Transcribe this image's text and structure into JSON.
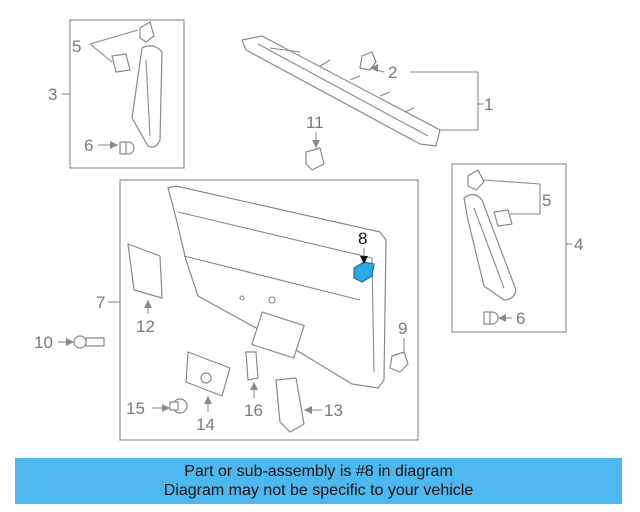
{
  "diagram": {
    "callouts": [
      {
        "id": "1",
        "label": "1"
      },
      {
        "id": "2",
        "label": "2"
      },
      {
        "id": "3",
        "label": "3"
      },
      {
        "id": "4",
        "label": "4"
      },
      {
        "id": "5a",
        "label": "5"
      },
      {
        "id": "5b",
        "label": "5"
      },
      {
        "id": "6a",
        "label": "6"
      },
      {
        "id": "6b",
        "label": "6"
      },
      {
        "id": "7",
        "label": "7"
      },
      {
        "id": "8",
        "label": "8"
      },
      {
        "id": "9",
        "label": "9"
      },
      {
        "id": "10",
        "label": "10"
      },
      {
        "id": "11",
        "label": "11"
      },
      {
        "id": "12",
        "label": "12"
      },
      {
        "id": "13",
        "label": "13"
      },
      {
        "id": "14",
        "label": "14"
      },
      {
        "id": "15",
        "label": "15"
      },
      {
        "id": "16",
        "label": "16"
      }
    ],
    "highlight_part": "8",
    "highlight_color": "#2aa8e8"
  },
  "banner": {
    "line1": "Part or sub-assembly is #8 in diagram",
    "line2": "Diagram may not be specific to your vehicle",
    "color": "#4db8f0"
  }
}
